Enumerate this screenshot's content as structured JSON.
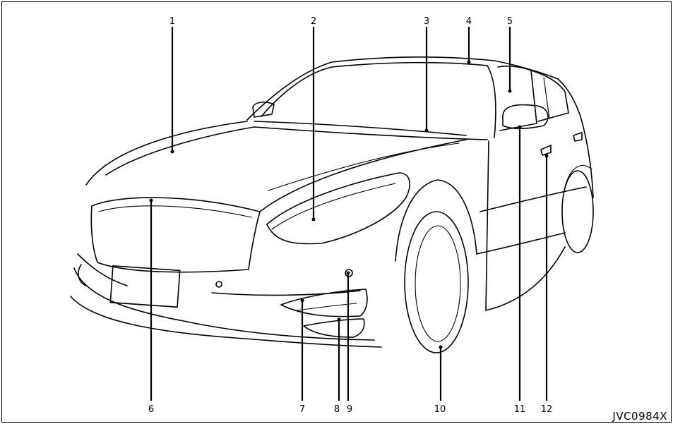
{
  "figure_code": "JVC0984X",
  "callouts": [
    {
      "id": "1",
      "label": "1"
    },
    {
      "id": "2",
      "label": "2"
    },
    {
      "id": "3",
      "label": "3"
    },
    {
      "id": "4",
      "label": "4"
    },
    {
      "id": "5",
      "label": "5"
    },
    {
      "id": "6",
      "label": "6"
    },
    {
      "id": "7",
      "label": "7"
    },
    {
      "id": "8",
      "label": "8"
    },
    {
      "id": "9",
      "label": "9"
    },
    {
      "id": "10",
      "label": "10"
    },
    {
      "id": "11",
      "label": "11"
    },
    {
      "id": "12",
      "label": "12"
    }
  ]
}
